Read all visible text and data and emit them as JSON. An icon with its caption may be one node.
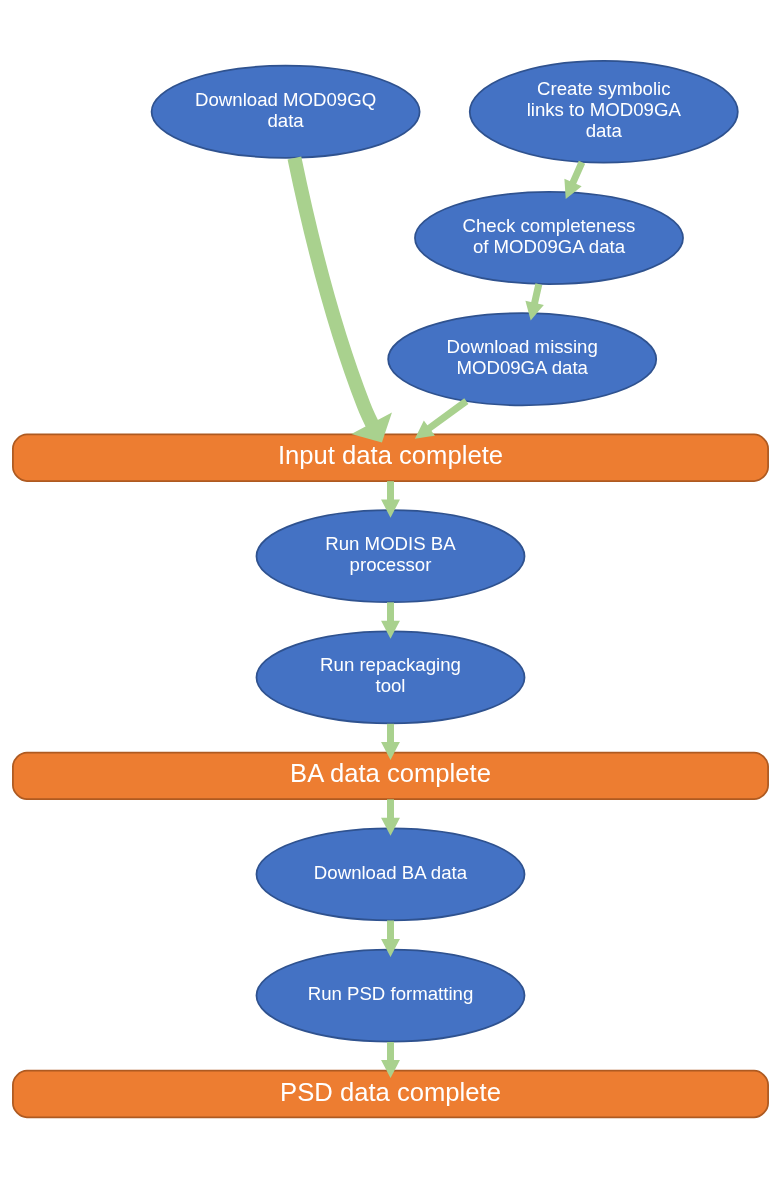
{
  "diagram": {
    "nodes": [
      {
        "text": [
          "Download MOD09GQ data"
        ]
      },
      {
        "text": [
          "Create symbolic links to MOD09GA data"
        ]
      },
      {
        "text": [
          "Check completeness of MOD09GA data"
        ]
      },
      {
        "text": [
          "Download missing MOD09GA data"
        ]
      },
      {
        "text": [
          "Input data complete"
        ]
      },
      {
        "text": [
          "Run MODIS BA processor"
        ]
      },
      {
        "text": [
          "Run repackaging tool"
        ]
      },
      {
        "text": [
          "BA data complete"
        ]
      },
      {
        "text": [
          "Download BA data"
        ]
      },
      {
        "text": [
          "Run PSD formatting"
        ]
      },
      {
        "text": [
          "PSD data complete"
        ]
      }
    ],
    "edges": [
      {
        "from": 0,
        "to": 4,
        "arrow": "to",
        "style": "thick"
      },
      {
        "from": 1,
        "to": 2,
        "arrow": "to"
      },
      {
        "from": 2,
        "to": 3,
        "arrow": "to"
      },
      {
        "from": 3,
        "to": 4,
        "arrow": "to"
      },
      {
        "from": 4,
        "to": 5,
        "arrow": "to"
      },
      {
        "from": 5,
        "to": 6,
        "arrow": "to"
      },
      {
        "from": 6,
        "to": 7,
        "arrow": "to"
      },
      {
        "from": 7,
        "to": 8,
        "arrow": "to"
      },
      {
        "from": 8,
        "to": 9,
        "arrow": "to"
      },
      {
        "from": 9,
        "to": 10,
        "arrow": "to"
      }
    ]
  }
}
